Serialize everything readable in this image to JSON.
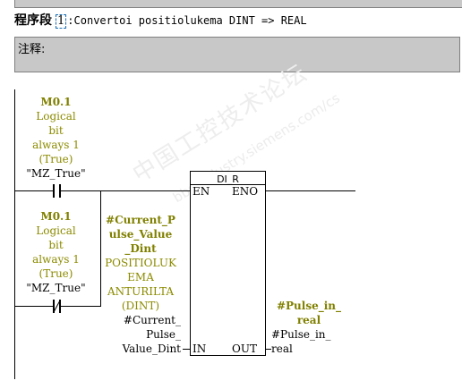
{
  "segment": {
    "label": "程序段",
    "number": "1",
    "colon": ":",
    "description": "Convertoi positiolukema DINT => REAL"
  },
  "comment": {
    "label": "注释:"
  },
  "contact1": {
    "address": "M0.1",
    "comment_lines": [
      "Logical",
      "bit",
      "always 1",
      "(True)"
    ],
    "symbol": "\"MZ_True\""
  },
  "contact2": {
    "address": "M0.1",
    "comment_lines": [
      "Logical",
      "bit",
      "always 1",
      "(True)"
    ],
    "symbol": "\"MZ_True\""
  },
  "block": {
    "name": "DI_R",
    "en": "EN",
    "eno": "ENO",
    "in": "IN",
    "out": "OUT"
  },
  "in_operand": {
    "name_lines": [
      "#Current_P",
      "ulse_Value",
      "_Dint"
    ],
    "comment_lines": [
      "POSITIOLUK",
      "EMA",
      "ANTURILTA",
      "(DINT)"
    ],
    "value_lines": [
      "#Current_",
      "Pulse_",
      "Value_Dint"
    ]
  },
  "out_operand": {
    "name_lines": [
      "#Pulse_in_",
      "real"
    ],
    "value_lines": [
      "#Pulse_in_",
      "real"
    ]
  },
  "watermark": {
    "text": "中国工控技术论坛",
    "url": "bbs.industry.siemens.com/cs"
  }
}
